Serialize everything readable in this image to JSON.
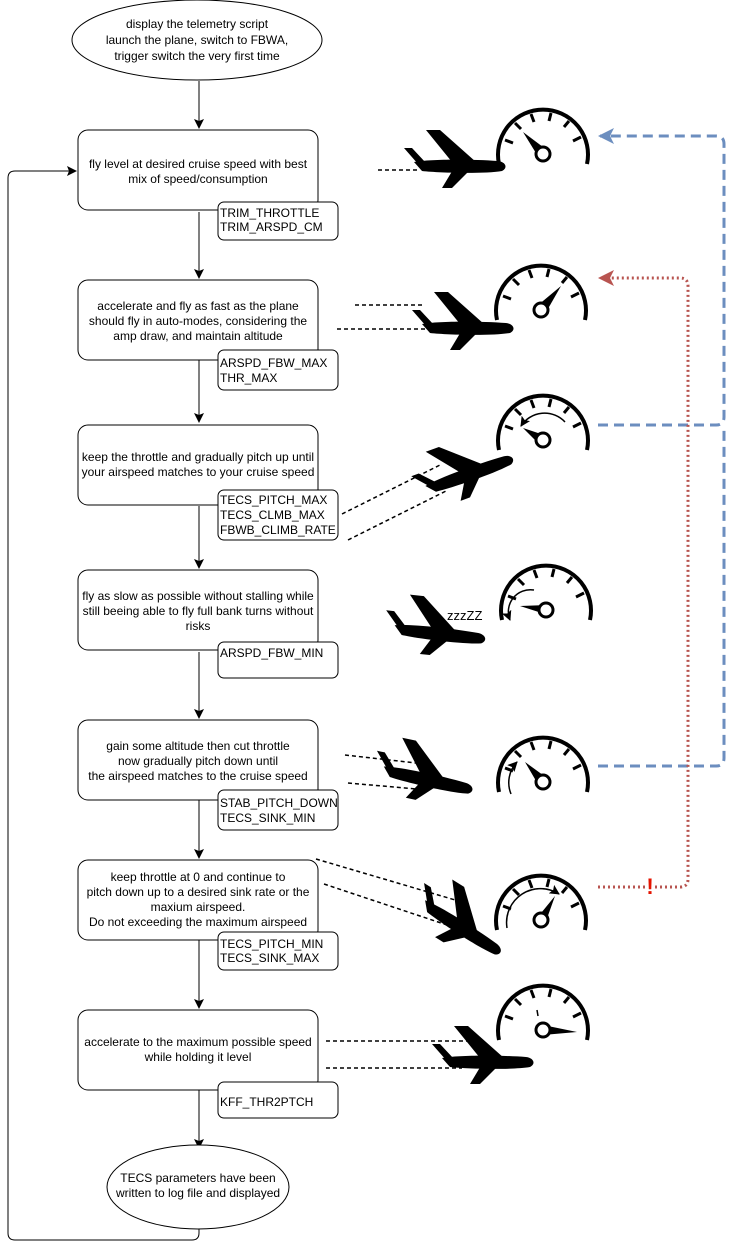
{
  "colors": {
    "blue_feedback": "#6c8ebf",
    "red_feedback": "#b85450",
    "warning_mark": "#e51400",
    "stroke": "#000000"
  },
  "diagram": {
    "start_lines": [
      "display the telemetry script",
      "launch the plane, switch to FBWA,",
      "trigger switch the very first time"
    ],
    "end_lines": [
      "TECS parameters have been",
      "written to log file and displayed"
    ],
    "steps": [
      {
        "lines": [
          "fly level at desired cruise speed with best",
          "mix of speed/consumption"
        ],
        "params": [
          "TRIM_THROTTLE",
          "TRIM_ARSPD_CM"
        ],
        "icons": [
          "plane-level-icon",
          "speedometer-cruise-icon"
        ]
      },
      {
        "lines": [
          "accelerate and fly as fast as the plane",
          "should fly in auto-modes, considering the",
          "amp draw, and maintain altitude"
        ],
        "params": [
          "ARSPD_FBW_MAX",
          "THR_MAX"
        ],
        "icons": [
          "plane-fast-icon",
          "speedometer-max-icon"
        ]
      },
      {
        "lines": [
          "keep the throttle and gradually pitch up until",
          "your airspeed matches to your cruise speed"
        ],
        "params": [
          "TECS_PITCH_MAX",
          "TECS_CLMB_MAX",
          "FBWB_CLIMB_RATE"
        ],
        "icons": [
          "plane-climb-icon",
          "speedometer-decreasing-icon"
        ]
      },
      {
        "lines": [
          "fly as slow as possible without stalling while",
          "still beeing able to fly full bank turns without",
          "risks"
        ],
        "params": [
          "ARSPD_FBW_MIN"
        ],
        "icons": [
          "plane-slow-icon",
          "speedometer-min-icon"
        ]
      },
      {
        "lines": [
          "gain some altitude then cut throttle",
          "now gradually pitch down until",
          "the airspeed matches to the cruise speed"
        ],
        "params": [
          "STAB_PITCH_DOWN",
          "TECS_SINK_MIN"
        ],
        "icons": [
          "plane-descend-icon",
          "speedometer-increasing-icon"
        ]
      },
      {
        "lines": [
          "keep throttle at 0 and continue to",
          "pitch down up to a desired sink rate or the",
          "maxium airspeed.",
          "Do not exceeding the maximum airspeed"
        ],
        "params": [
          "TECS_PITCH_MIN",
          "TECS_SINK_MAX"
        ],
        "icons": [
          "plane-dive-icon",
          "speedometer-rising-icon"
        ]
      },
      {
        "lines": [
          "accelerate to the maximum possible speed",
          "while holding it level"
        ],
        "params": [
          "KFF_THR2PTCH"
        ],
        "icons": [
          "plane-level-fast-icon",
          "speedometer-full-icon"
        ]
      }
    ],
    "annotations": {
      "zzz": "zzzZZ",
      "warning": "!"
    }
  }
}
